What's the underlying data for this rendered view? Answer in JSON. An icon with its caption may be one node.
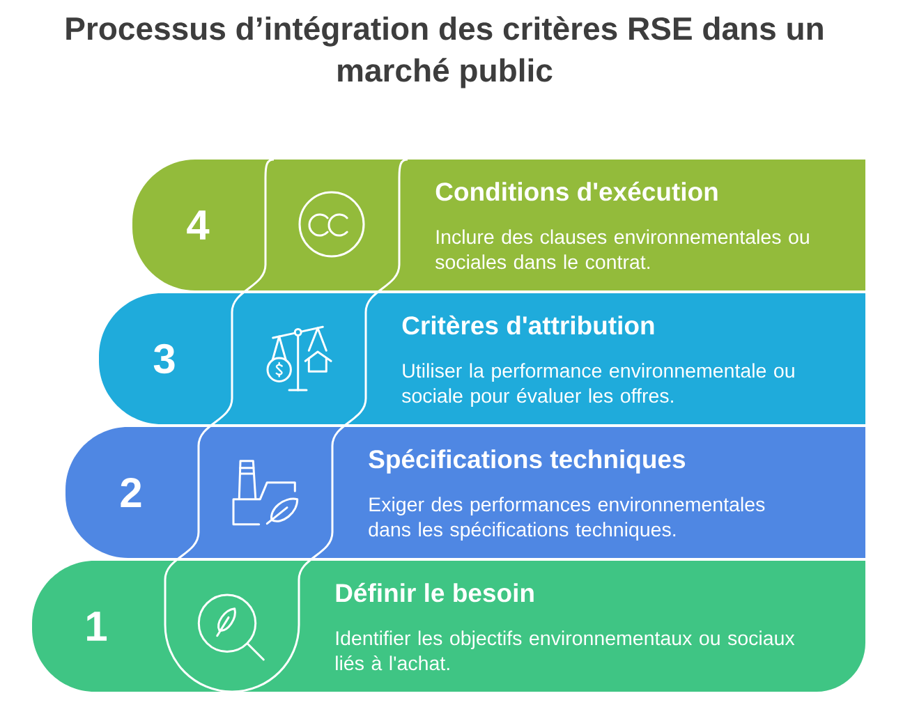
{
  "diagram": {
    "title": "Processus d’intégration des critères RSE dans un marché public",
    "nodes": [
      {
        "text": [
          "4",
          "Conditions d'exécution",
          "Inclure des clauses environnementales ou sociales dans le contrat."
        ]
      },
      {
        "text": [
          "3",
          "Critères d'attribution",
          "Utiliser la performance environnementale ou sociale pour évaluer les offres."
        ]
      },
      {
        "text": [
          "2",
          "Spécifications techniques",
          "Exiger des performances environnementales dans les spécifications techniques."
        ]
      },
      {
        "text": [
          "1",
          "Définir le besoin",
          "Identifier les objectifs environnementaux ou sociaux liés à l'achat."
        ]
      }
    ]
  }
}
